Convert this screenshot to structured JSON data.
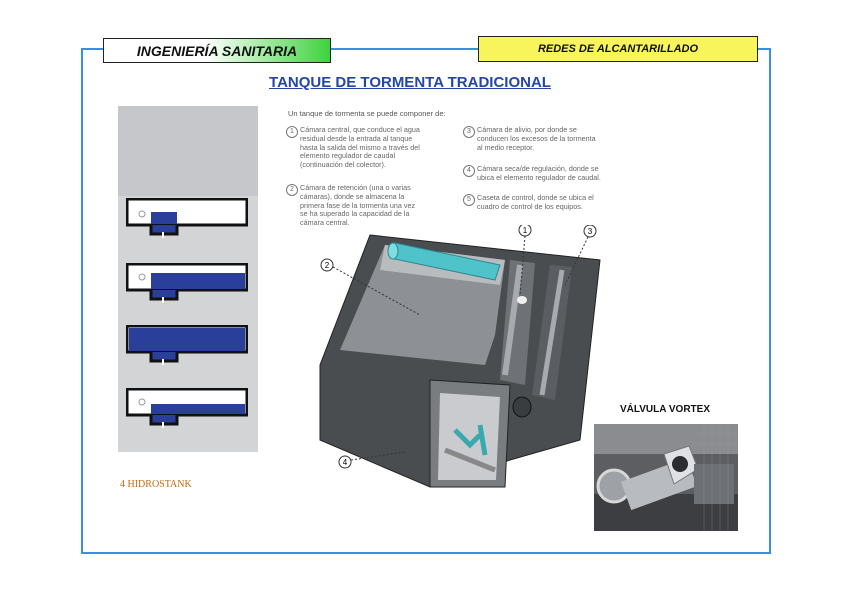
{
  "header": {
    "left_tag": "INGENIERÍA SANITARIA",
    "right_tag": "REDES DE ALCANTARILLADO"
  },
  "title": "TANQUE DE TORMENTA TRADICIONAL",
  "intro": "Un tanque de tormenta se puede componer de:",
  "items": [
    {
      "num": "1",
      "text": [
        "Cámara central, que conduce el agua",
        "residual desde la entrada al tanque",
        "hasta la salida del mismo a través del",
        "elemento regulador de caudal",
        "(continuación del colector)."
      ]
    },
    {
      "num": "2",
      "text": [
        "Cámara de retención (una o varias",
        "cámaras), donde se almacena la",
        "primera fase de la tormenta una vez",
        "se ha superado la capacidad de la",
        "cámara central."
      ]
    },
    {
      "num": "3",
      "text": [
        "Cámara de alivio, por donde se",
        "conducen los excesos de la tormenta",
        "al medio receptor."
      ]
    },
    {
      "num": "4",
      "text": [
        "Cámara seca/de regulación, donde se",
        "ubica el elemento regulador de caudal."
      ]
    },
    {
      "num": "5",
      "text": [
        "Caseta de control, donde se ubica el",
        "cuadro de control de los equipos."
      ]
    }
  ],
  "diagram_labels": [
    "2",
    "1",
    "3",
    "4"
  ],
  "brand": "4 HIDROSTANK",
  "vortex_title": "VÁLVULA VORTEX",
  "colors": {
    "frame": "#3b8fe0",
    "water": "#2a3f9a",
    "title": "#2446a8",
    "green": "#3ed23e",
    "yellow": "#f8f45c"
  }
}
